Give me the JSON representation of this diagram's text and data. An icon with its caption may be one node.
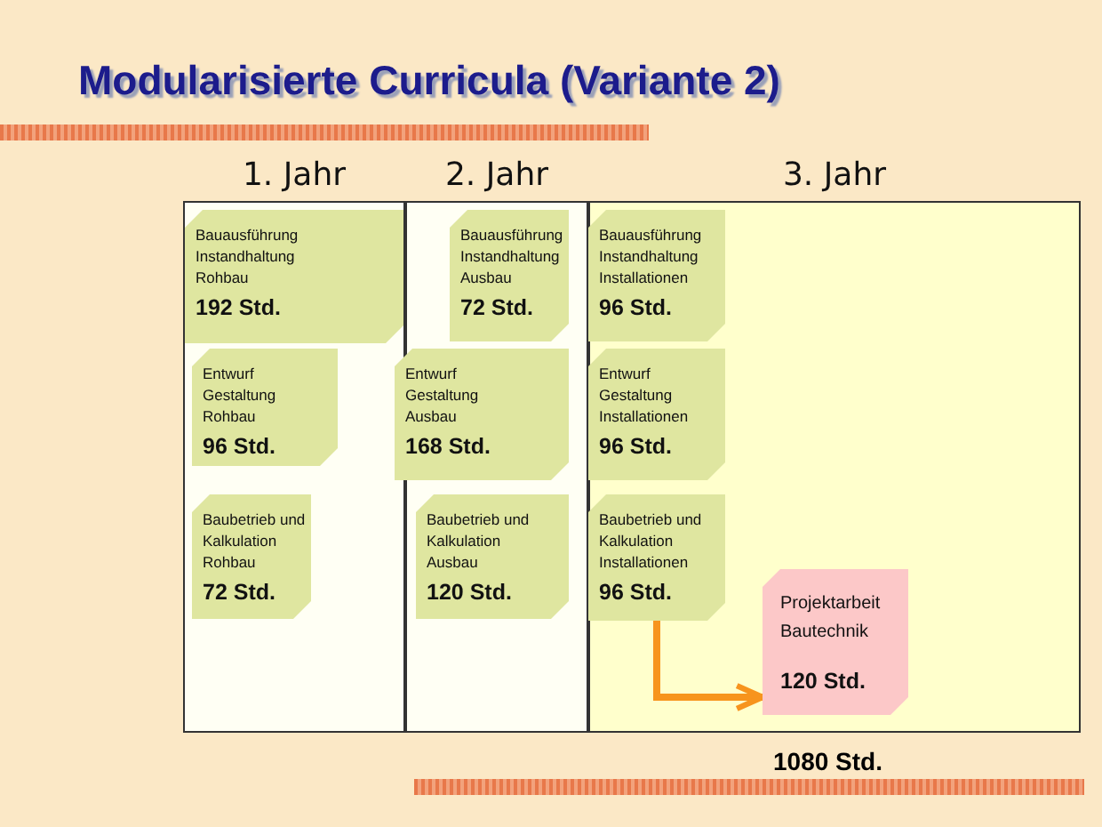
{
  "diagram": {
    "title": "Modularisierte Curricula (Variante 2)",
    "nodes": [
      {
        "text": [
          "1. Jahr"
        ]
      },
      {
        "text": [
          "Bauausführung Instandhaltung Rohbau",
          "192 Std."
        ],
        "in": 0
      },
      {
        "text": [
          "Entwurf Gestaltung Rohbau",
          "96 Std."
        ],
        "in": 0
      },
      {
        "text": [
          "Baubetrieb und Kalkulation Rohbau",
          "72 Std."
        ],
        "in": 0
      },
      {
        "text": [
          "2. Jahr"
        ]
      },
      {
        "text": [
          "Bauausführung Instandhaltung Ausbau",
          "72 Std."
        ],
        "in": 4
      },
      {
        "text": [
          "Entwurf Gestaltung Ausbau",
          "168 Std."
        ],
        "in": 4
      },
      {
        "text": [
          "Baubetrieb und Kalkulation Ausbau",
          "120 Std."
        ],
        "in": 4
      },
      {
        "text": [
          "3. Jahr"
        ]
      },
      {
        "text": [
          "Bauausführung Instandhaltung Installationen",
          "96 Std."
        ],
        "in": 8
      },
      {
        "text": [
          "Entwurf Gestaltung Installationen",
          "96 Std."
        ],
        "in": 8
      },
      {
        "text": [
          "Baubetrieb und Kalkulation Installationen",
          "96 Std."
        ],
        "in": 8
      },
      {
        "text": [
          "Projektarbeit Bautechnik",
          "120 Std."
        ],
        "in": 8
      }
    ],
    "edges": [
      {
        "from": 11,
        "to": 12,
        "arrow": "to",
        "color": "#f7941d"
      }
    ],
    "labels": [
      "1080 Std."
    ]
  }
}
